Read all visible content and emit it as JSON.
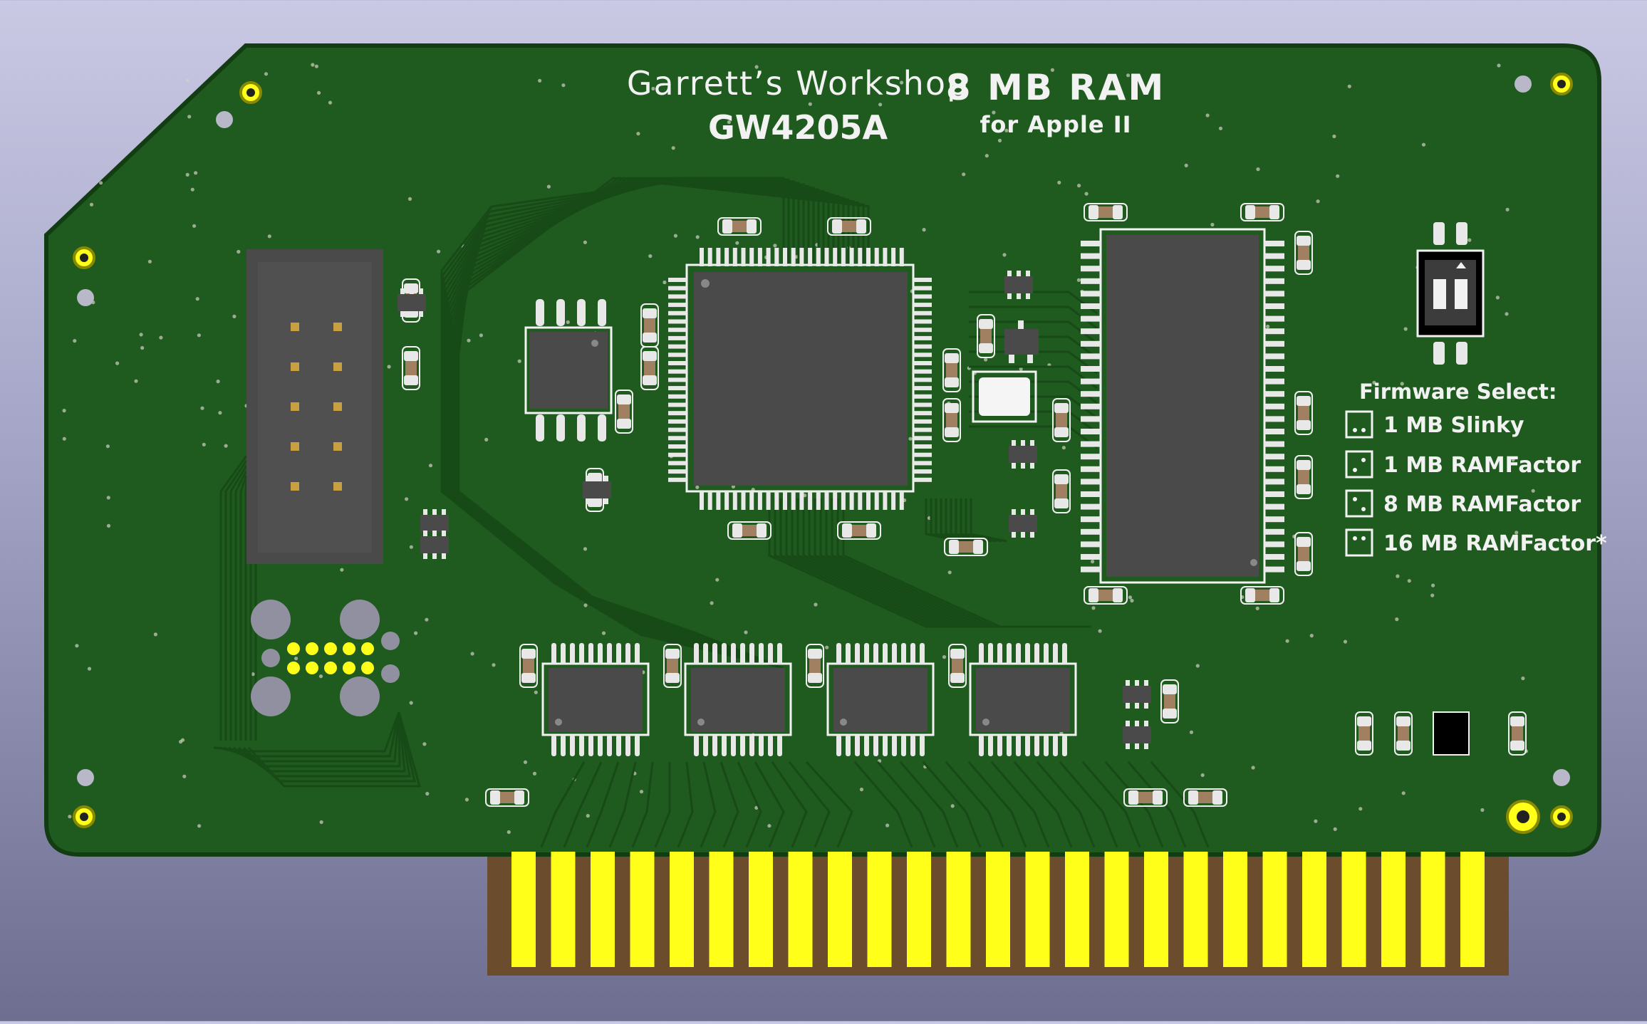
{
  "silkscreen": {
    "maker": "Garrett’s Workshop",
    "part": "GW4205A",
    "product": "8 MB RAM",
    "subtitle": "for Apple II",
    "firmware_title": "Firmware Select:",
    "firmware_options": [
      "1 MB Slinky",
      "1 MB RAMFactor",
      "8 MB RAMFactor",
      "16 MB RAMFactor*"
    ]
  },
  "colors": {
    "board": "#1f5a1f",
    "board_edge": "#123d12",
    "copper_trace": "#174a17",
    "gold": "#ffff1a",
    "pad": "#e8e8e8",
    "ic_body": "#4a4a4a",
    "silk": "#f2f2f2",
    "substrate": "#6b4d2e"
  },
  "edge_connector": {
    "finger_count": 25
  }
}
